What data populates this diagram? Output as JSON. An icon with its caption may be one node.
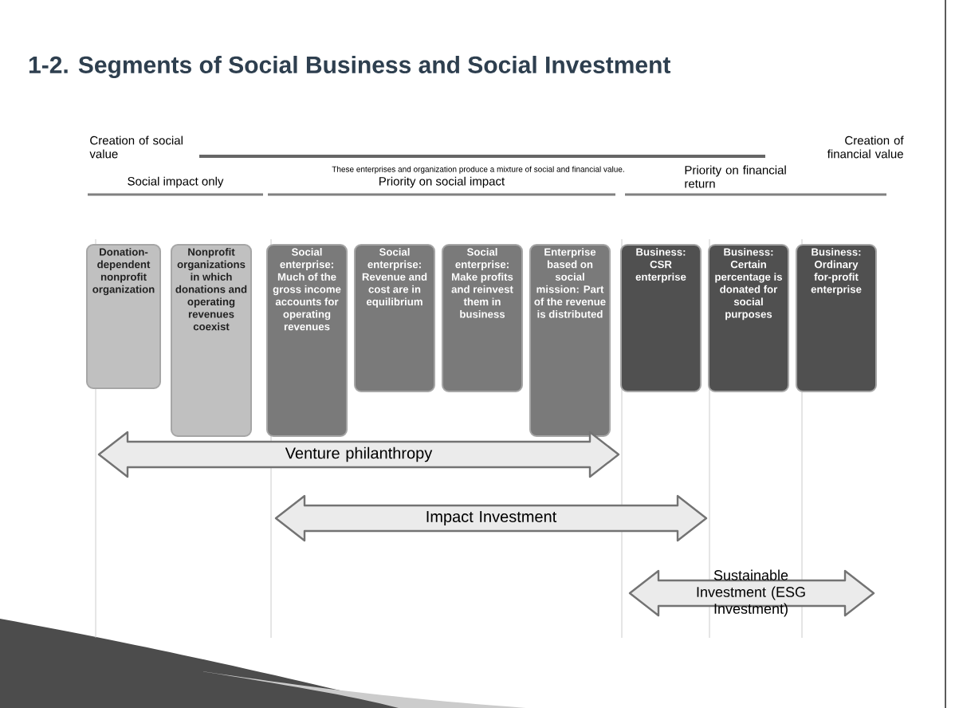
{
  "diagram": {
    "title": "1-2. Segments of Social Business and Social Investment",
    "nodes": [
      {
        "text": [
          "Donation-dependent nonprofit organization"
        ]
      },
      {
        "text": [
          "Nonprofit organizations in which donations and operating revenues coexist"
        ]
      },
      {
        "text": [
          "Social enterprise: Much of the gross income accounts for operating revenues"
        ]
      },
      {
        "text": [
          "Social enterprise: Revenue and cost are in equilibrium"
        ]
      },
      {
        "text": [
          "Social enterprise: Make profits and reinvest them in business"
        ]
      },
      {
        "text": [
          "Enterprise based on social mission: Part of the revenue is distributed"
        ]
      },
      {
        "text": [
          "Business: CSR enterprise"
        ]
      },
      {
        "text": [
          "Business: Certain percentage is donated for social purposes"
        ]
      },
      {
        "text": [
          "Business: Ordinary for-profit enterprise"
        ]
      },
      {
        "text": [
          "Venture philanthropy"
        ]
      },
      {
        "text": [
          "Impact Investment"
        ]
      },
      {
        "text": [
          "Sustainable Investment (ESG Investment)"
        ]
      }
    ],
    "labels": [
      "Creation of social value",
      "Creation of financial value",
      "These enterprises and organization produce a mixture of social and financial value.",
      "Social impact only",
      "Priority on social impact",
      "Priority on financial return"
    ]
  }
}
